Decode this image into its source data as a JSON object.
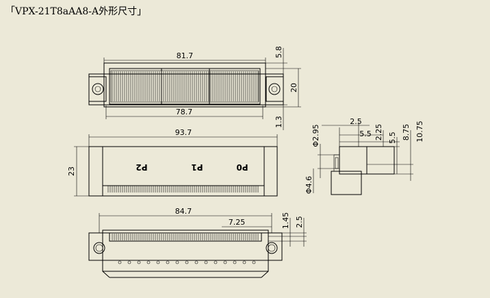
{
  "title": "「VPX-21T8aAA8-A外形尺寸」",
  "colors": {
    "background": "#ece9d8",
    "line": "#000000"
  },
  "views": {
    "top": {
      "width_outer": "81.7",
      "width_inner": "78.7",
      "height": "20",
      "top_offset": "5.8",
      "bottom_offset": "1.3"
    },
    "front": {
      "width": "93.7",
      "height": "23",
      "labels": [
        "P2",
        "P1",
        "P0"
      ]
    },
    "bottom": {
      "width": "84.7",
      "pitch": "7.25",
      "offset_a": "1.45",
      "offset_b": "2.5"
    },
    "side": {
      "diam_a": "Φ2.95",
      "diam_b": "Φ4.6",
      "dims": [
        "2.5",
        "5.5",
        "2.25",
        "5.5",
        "8.75",
        "10.75"
      ]
    }
  }
}
